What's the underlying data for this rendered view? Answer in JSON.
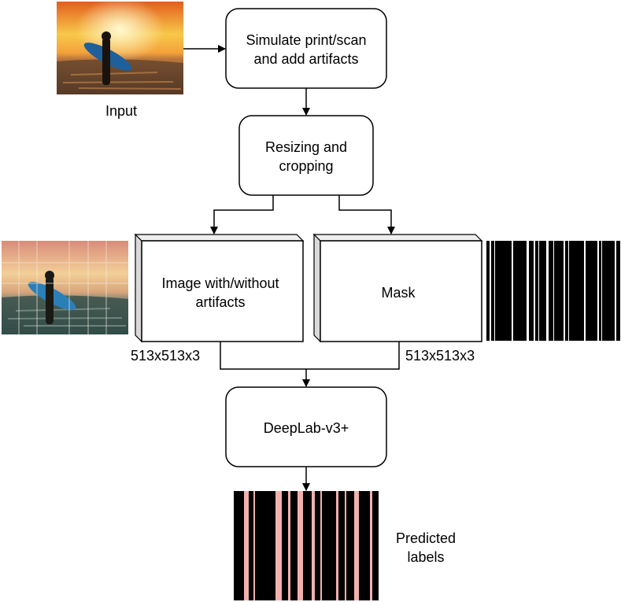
{
  "nodes": {
    "simulate": {
      "line1": "Simulate print/scan",
      "line2": "and add artifacts"
    },
    "resize": {
      "line1": "Resizing and",
      "line2": "cropping"
    },
    "image_box": {
      "line1": "Image with/without",
      "line2": "artifacts"
    },
    "mask_box": {
      "label": "Mask"
    },
    "deeplab": {
      "label": "DeepLab-v3+"
    }
  },
  "labels": {
    "input": "Input",
    "image_dims": "513x513x3",
    "mask_dims": "513x513x3",
    "predicted_line1": "Predicted",
    "predicted_line2": "labels"
  },
  "colors": {
    "stroke": "#000000",
    "box_side": "#d9d9d9",
    "mask_bg": "#000000",
    "mask_stripe": "#ffffff",
    "pred_bg": "#000000",
    "pred_stripe": "#f2b1ac",
    "sunset_sky": "#f4a23a",
    "sunset_sea": "#6b4a35"
  }
}
